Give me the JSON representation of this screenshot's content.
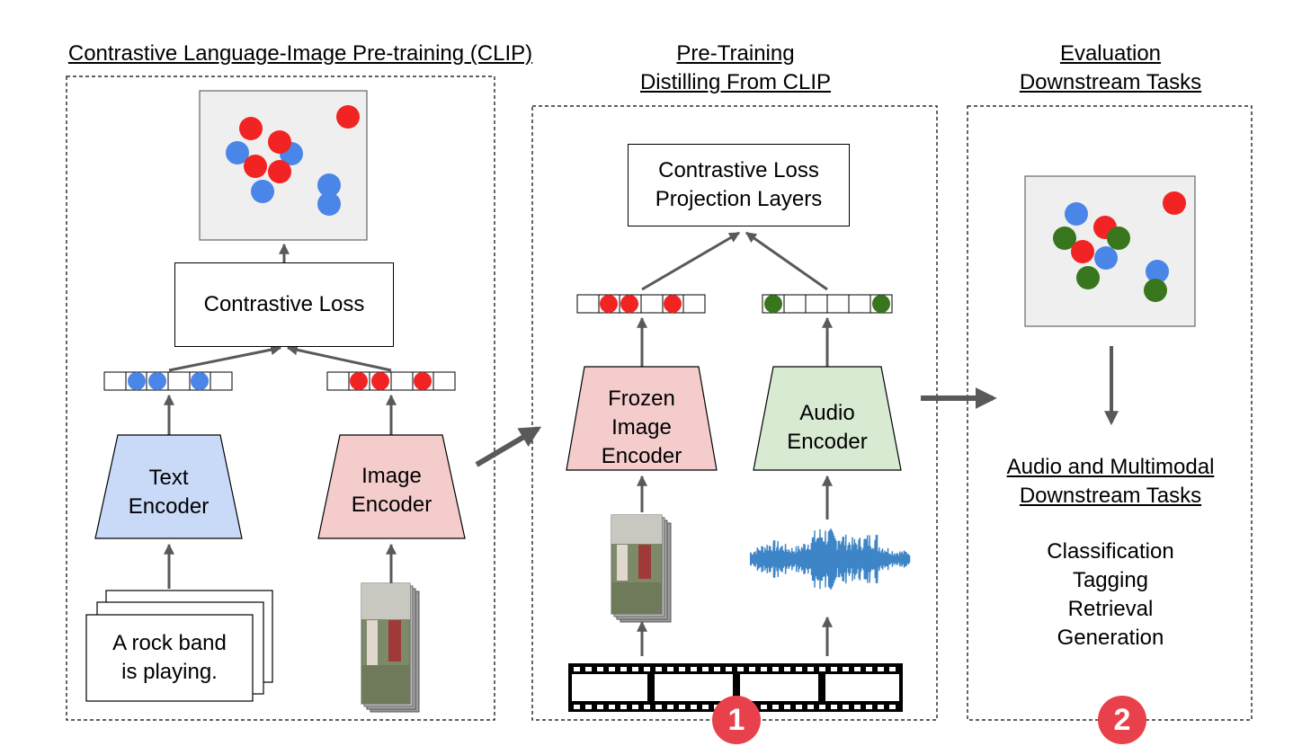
{
  "clip": {
    "title": "Contrastive Language-Image Pre-training (CLIP)",
    "loss_label": "Contrastive Loss",
    "text_encoder_label": "Text\nEncoder",
    "image_encoder_label": "Image\nEncoder",
    "caption_text": "A rock band\nis playing."
  },
  "pretraining": {
    "title_line1": "Pre-Training",
    "title_line2": "Distilling From CLIP",
    "loss_label": "Contrastive Loss\nProjection Layers",
    "frozen_encoder_label": "Frozen\nImage\nEncoder",
    "audio_encoder_label": "Audio\nEncoder",
    "badge": "1"
  },
  "evaluation": {
    "title_line1": "Evaluation",
    "title_line2": "Downstream Tasks",
    "subtitle_line1": "Audio and Multimodal",
    "subtitle_line2": "Downstream Tasks",
    "tasks": [
      "Classification",
      "Tagging",
      "Retrieval",
      "Generation"
    ],
    "badge": "2"
  },
  "colors": {
    "text_embedding": "#4a86e8",
    "image_embedding": "#f22323",
    "audio_embedding": "#38761d",
    "text_encoder_fill": "#c9daf8",
    "image_encoder_fill": "#f4cccc",
    "audio_encoder_fill": "#d9ead3",
    "badge": "#e8414b",
    "arrow": "#595959",
    "embedding_panel": "#efefef"
  }
}
